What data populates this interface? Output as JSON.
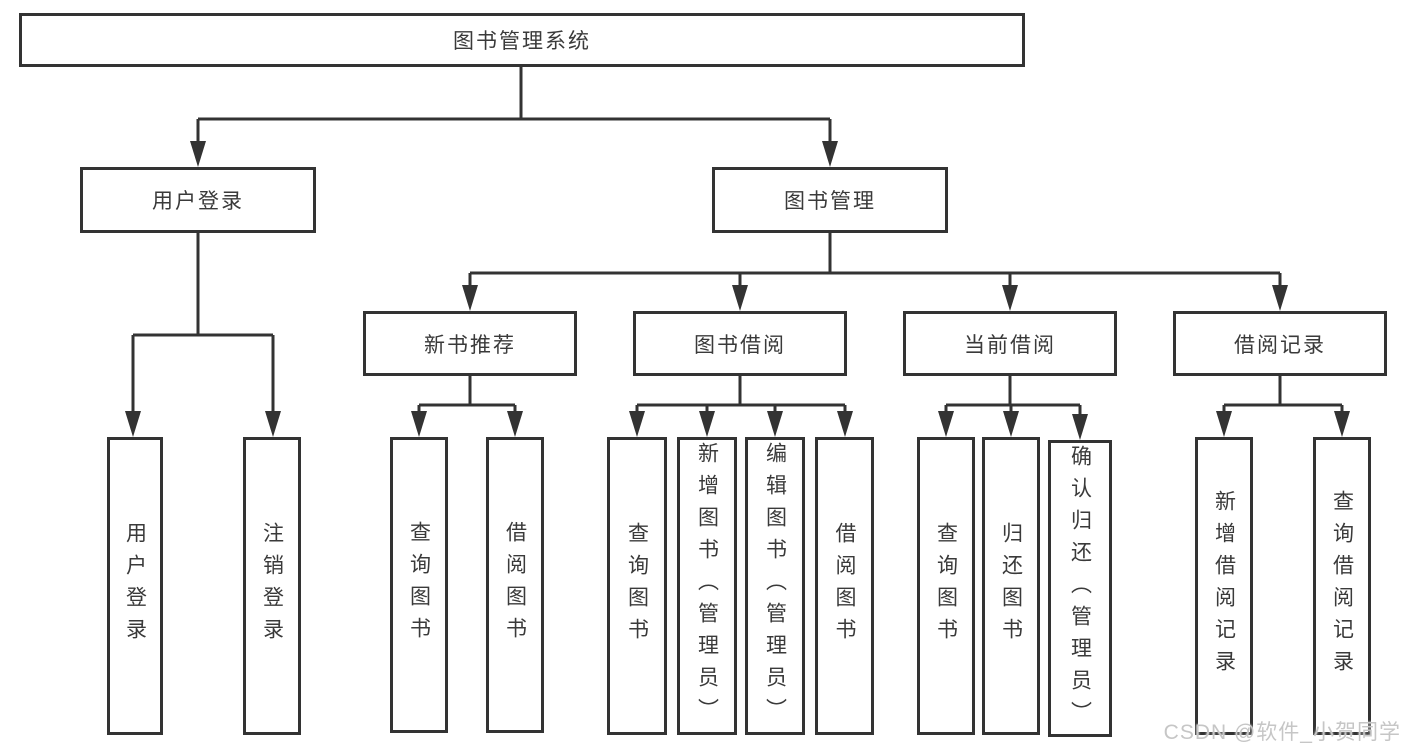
{
  "diagram": {
    "root": {
      "label": "图书管理系统"
    },
    "branches": [
      {
        "label": "用户登录",
        "children": [
          {
            "label": "用户登录"
          },
          {
            "label": "注销登录"
          }
        ]
      },
      {
        "label": "图书管理",
        "children": [
          {
            "label": "新书推荐",
            "children": [
              {
                "label": "查询图书"
              },
              {
                "label": "借阅图书"
              }
            ]
          },
          {
            "label": "图书借阅",
            "children": [
              {
                "label": "查询图书"
              },
              {
                "label": "新增图书（管理员）"
              },
              {
                "label": "编辑图书（管理员）"
              },
              {
                "label": "借阅图书"
              }
            ]
          },
          {
            "label": "当前借阅",
            "children": [
              {
                "label": "查询图书"
              },
              {
                "label": "归还图书"
              },
              {
                "label": "确认归还（管理员）"
              }
            ]
          },
          {
            "label": "借阅记录",
            "children": [
              {
                "label": "新增借阅记录"
              },
              {
                "label": "查询借阅记录"
              }
            ]
          }
        ]
      }
    ],
    "watermark": "CSDN @软件_小贺同学",
    "colors": {
      "line": "#333333",
      "text": "#3a3a3a",
      "watermark": "#c6c6c6",
      "background": "#ffffff"
    }
  }
}
